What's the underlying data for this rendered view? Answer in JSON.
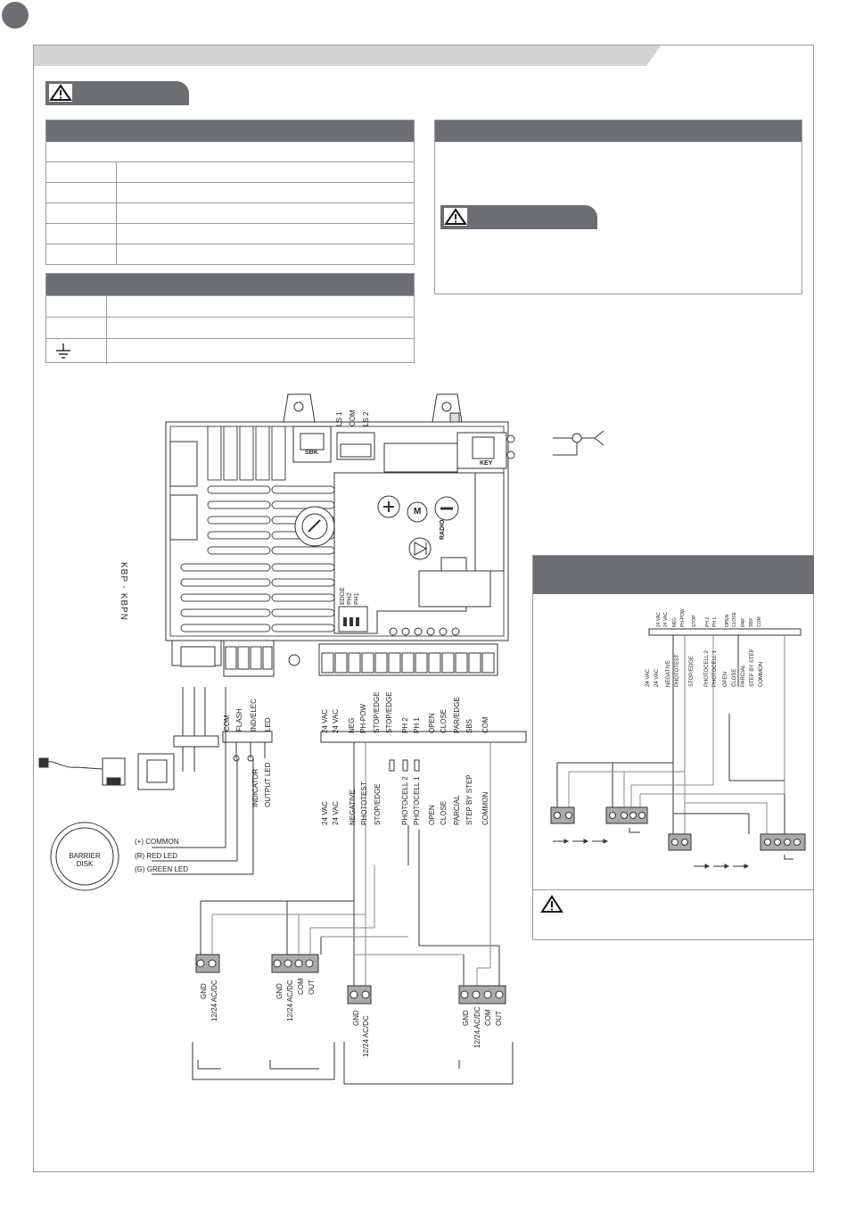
{
  "board": {
    "limit_switch_labels": [
      "LS 1",
      "COM",
      "LS 2"
    ],
    "sbk_label": "SBK",
    "key_label": "KEY",
    "radio_label": "RADIO",
    "motor_label": "M",
    "dip_labels": [
      "EDGE",
      "PH2",
      "PH1"
    ],
    "side_label": "KBP - KBPN"
  },
  "left_terminals": [
    "COM",
    "FLASH",
    "IND/ELEC",
    "LED"
  ],
  "left_outputs": [
    "INDICATOR",
    "OUTPUT LED"
  ],
  "barrier_disk": {
    "title": "BARRIER DISK",
    "wires": [
      "(+) COMMON",
      "(R) RED LED",
      "(G) GREEN LED"
    ]
  },
  "main_terminals": [
    "24 VAC",
    "24 VAC",
    "NEG",
    "PH-POW",
    "STOP/EDGE",
    "STOP/EDGE",
    "PH 2",
    "PH 1",
    "OPEN",
    "CLOSE",
    "PAR/EDGE",
    "SBS",
    "COM"
  ],
  "main_functions": [
    "24 VAC",
    "24 VAC",
    "NEGATIVE",
    "PHOTOTEST",
    "STOP/EDGE",
    "PHOTOCELL 2",
    "PHOTOCELL 1",
    "OPEN",
    "CLOSE",
    "PARCIAL",
    "STEP BY STEP",
    "COMMON"
  ],
  "photocells": {
    "tx1": [
      "GND",
      "12/24 AC/DC"
    ],
    "rx1": [
      "GND",
      "12/24 AC/DC",
      "COM",
      "OUT"
    ],
    "tx2": [
      "GND",
      "12/24 AC/DC"
    ],
    "rx2": [
      "GND",
      "12/24 AC/DC",
      "COM",
      "OUT"
    ]
  },
  "small_diagram": {
    "terminals": [
      "24 VAC",
      "24 VAC",
      "NEG",
      "PH-POW",
      "STOP",
      "PH 2",
      "PH 1",
      "OPEN",
      "CLOSE",
      "PAR",
      "SBS",
      "COM"
    ],
    "functions": [
      "24 VAC",
      "24 VAC",
      "NEGATIVE",
      "PHOTOTEST",
      "STOP/EDGE",
      "PHOTOCELL 2",
      "PHOTOCELL 1",
      "OPEN",
      "CLOSE",
      "PARCIAL",
      "STEP BY STEP",
      "COMMON"
    ]
  },
  "colors": {
    "header_gray": "#6d6e71",
    "border_gray": "#9a9a9a",
    "line_dark": "#222222"
  },
  "icons": {
    "warning": "warning-triangle-icon",
    "ground": "ground-icon"
  }
}
